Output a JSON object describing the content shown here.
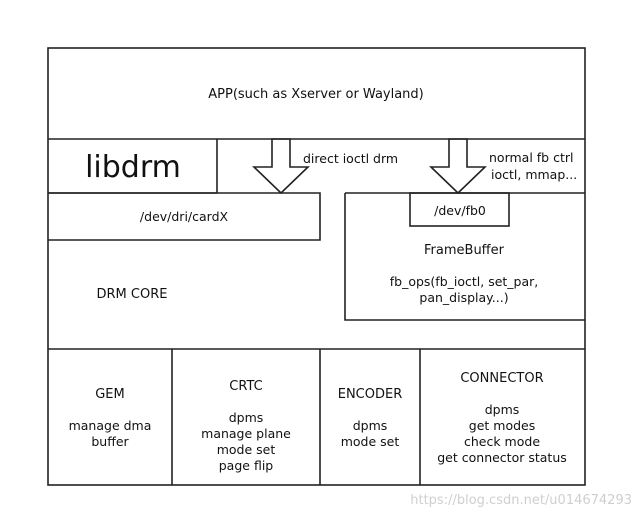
{
  "app": {
    "label": "APP(such as Xserver or Wayland)"
  },
  "libdrm": {
    "label": "libdrm"
  },
  "arrows": {
    "drm": {
      "label": "direct ioctl drm"
    },
    "fb": {
      "line1": "normal fb ctrl",
      "line2": "ioctl, mmap..."
    }
  },
  "drm": {
    "cardx": {
      "label": "/dev/dri/cardX"
    },
    "core": {
      "label": "DRM CORE"
    }
  },
  "fb": {
    "dev": {
      "label": "/dev/fb0"
    },
    "title": "FrameBuffer",
    "ops": [
      "fb_ops(fb_ioctl, set_par,",
      "pan_display...)"
    ]
  },
  "components": {
    "gem": {
      "title": "GEM",
      "lines": [
        "manage dma",
        "buffer"
      ]
    },
    "crtc": {
      "title": "CRTC",
      "lines": [
        "dpms",
        "manage plane",
        "mode set",
        "page flip"
      ]
    },
    "encoder": {
      "title": "ENCODER",
      "lines": [
        "dpms",
        "mode set"
      ]
    },
    "connector": {
      "title": "CONNECTOR",
      "lines": [
        "dpms",
        "get modes",
        "check mode",
        "get connector status"
      ]
    }
  },
  "watermark": {
    "text": "https://blog.csdn.net/u014674293"
  }
}
